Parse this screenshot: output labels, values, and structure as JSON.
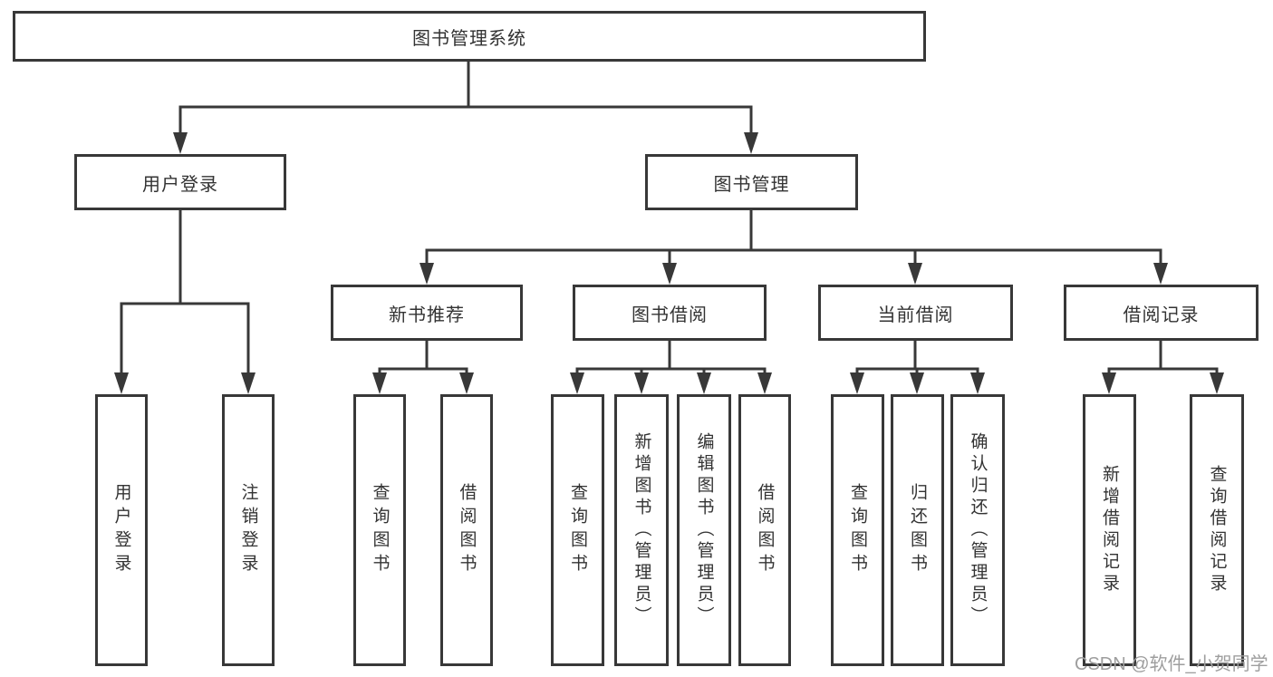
{
  "root": {
    "label": "图书管理系统"
  },
  "branches": {
    "user_login": {
      "label": "用户登录",
      "children": {
        "login": "用户登录",
        "logout": "注销登录"
      }
    },
    "book_mgmt": {
      "label": "图书管理",
      "sections": {
        "new_book_rec": {
          "label": "新书推荐",
          "children": {
            "query_books": "查询图书",
            "borrow_books": "借阅图书"
          }
        },
        "book_borrow": {
          "label": "图书借阅",
          "children": {
            "query_books": "查询图书",
            "add_books": "新增图书（管理员）",
            "edit_books": "编辑图书（管理员）",
            "borrow_books": "借阅图书"
          }
        },
        "current_borrow": {
          "label": "当前借阅",
          "children": {
            "query_books": "查询图书",
            "return_books": "归还图书",
            "confirm_return": "确认归还（管理员）"
          }
        },
        "borrow_records": {
          "label": "借阅记录",
          "children": {
            "add_record": "新增借阅记录",
            "query_record": "查询借阅记录"
          }
        }
      }
    }
  },
  "watermark": "CSDN @软件_小贺同学",
  "colors": {
    "line": "#383838",
    "text": "#333333",
    "background": "#ffffff",
    "watermark": "#9e9e9e"
  }
}
